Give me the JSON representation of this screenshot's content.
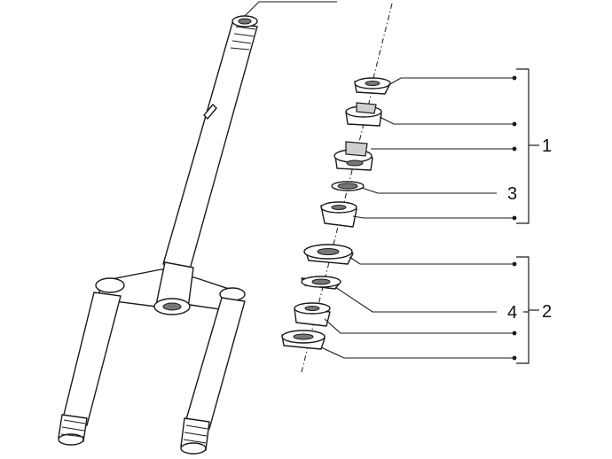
{
  "callouts": {
    "label_1": "1",
    "label_2": "2",
    "label_3": "3",
    "label_4": "4"
  }
}
